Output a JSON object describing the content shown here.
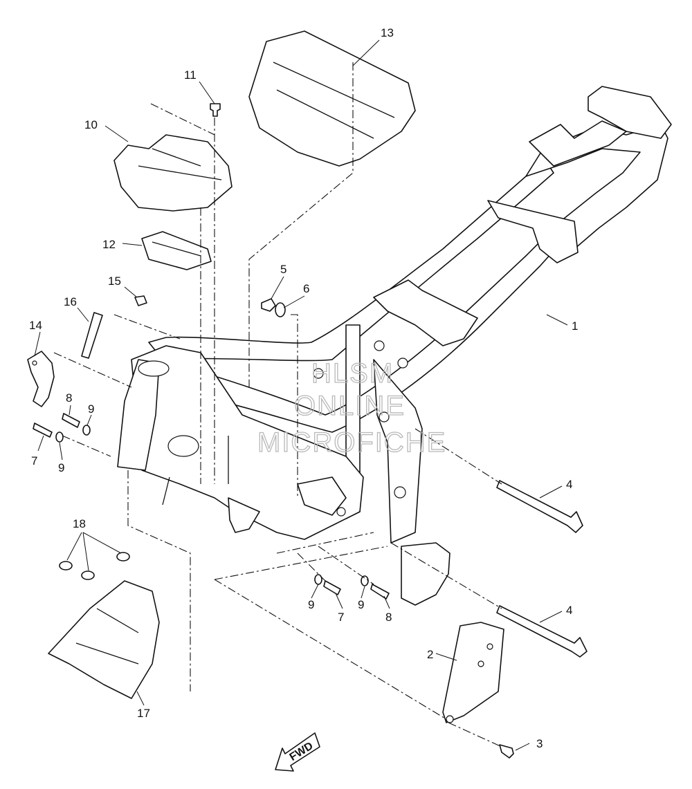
{
  "diagram": {
    "callouts": [
      {
        "id": "c1",
        "label": "1"
      },
      {
        "id": "c2",
        "label": "2"
      },
      {
        "id": "c3",
        "label": "3"
      },
      {
        "id": "c4a",
        "label": "4"
      },
      {
        "id": "c4b",
        "label": "4"
      },
      {
        "id": "c5",
        "label": "5"
      },
      {
        "id": "c6",
        "label": "6"
      },
      {
        "id": "c7a",
        "label": "7"
      },
      {
        "id": "c7b",
        "label": "7"
      },
      {
        "id": "c8a",
        "label": "8"
      },
      {
        "id": "c8b",
        "label": "8"
      },
      {
        "id": "c9a",
        "label": "9"
      },
      {
        "id": "c9b",
        "label": "9"
      },
      {
        "id": "c9c",
        "label": "9"
      },
      {
        "id": "c9d",
        "label": "9"
      },
      {
        "id": "c10",
        "label": "10"
      },
      {
        "id": "c11",
        "label": "11"
      },
      {
        "id": "c12",
        "label": "12"
      },
      {
        "id": "c13",
        "label": "13"
      },
      {
        "id": "c14",
        "label": "14"
      },
      {
        "id": "c15",
        "label": "15"
      },
      {
        "id": "c16",
        "label": "16"
      },
      {
        "id": "c17",
        "label": "17"
      },
      {
        "id": "c18",
        "label": "18"
      }
    ],
    "watermark": [
      "HLSM",
      "ONLINE",
      "MICROFICHE"
    ],
    "fwd_label": "FWD"
  }
}
